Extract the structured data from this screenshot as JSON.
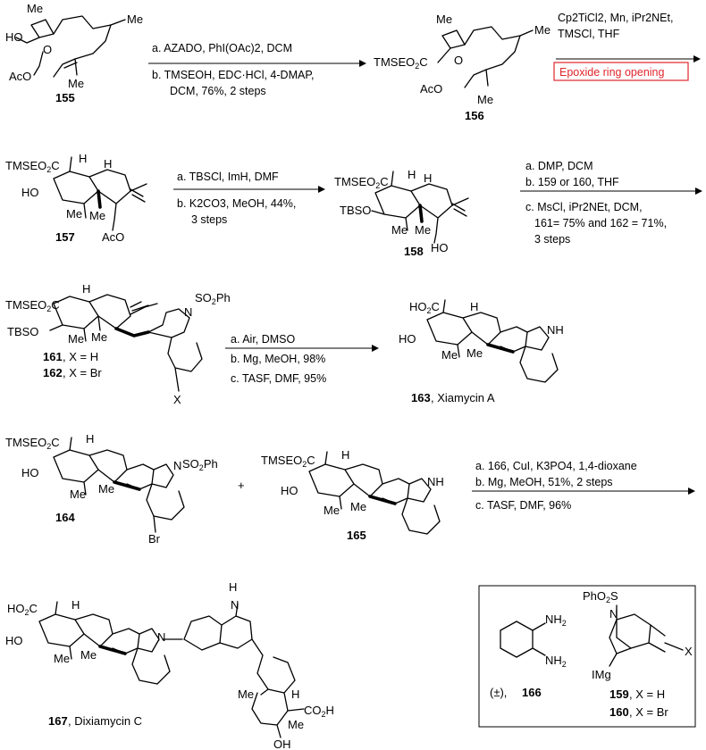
{
  "compounds": {
    "c155": "155",
    "c156": "156",
    "c157": "157",
    "c158": "158",
    "c161": "161",
    "c161_x": ", X = H",
    "c162": "162",
    "c162_x": ", X = Br",
    "c163": "163",
    "c163_name": ", Xiamycin A",
    "c164": "164",
    "c165": "165",
    "c166": "166",
    "c166_prefix": "(±), ",
    "c167": "167",
    "c167_name": ", Dixiamycin C",
    "c159": "159",
    "c159_x": ", X = H",
    "c160": "160",
    "c160_x": ", X = Br"
  },
  "conditions": {
    "step1": [
      "a. AZADO, PhI(OAc)2, DCM",
      "b. TMSEOH, EDC·HCl, 4-DMAP,",
      "DCM, 76%, 2 steps"
    ],
    "step2": [
      "Cp2TiCl2, Mn, iPr2NEt,",
      "TMSCl, THF"
    ],
    "step2_highlight": "Epoxide ring opening",
    "step3": [
      "a. TBSCl, ImH, DMF",
      "b. K2CO3, MeOH, 44%,",
      "3 steps"
    ],
    "step4": [
      "a. DMP, DCM",
      "b. 159 or 160, THF",
      "c. MsCl, iPr2NEt, DCM,",
      "161= 75% and 162 = 71%,",
      "3 steps"
    ],
    "step5": [
      "a. Air, DMSO",
      "b. Mg, MeOH, 98%",
      "c. TASF, DMF, 95%"
    ],
    "step6": [
      "a. 166, CuI, K3PO4, 1,4-dioxane",
      "b. Mg, MeOH, 51%, 2 steps",
      "c. TASF, DMF, 96%"
    ]
  },
  "labels": {
    "plus": "+",
    "me": "Me",
    "ho": "HO",
    "aco": "AcO",
    "tmseo2c": "TMSEO2C",
    "tbso": "TBSO",
    "h": "H",
    "nh": "NH",
    "n": "N",
    "so2ph": "SO2Ph",
    "pho2s": "PhO2S",
    "x": "X",
    "br": "Br",
    "ho2c": "HO2C",
    "co2h": "CO2H",
    "oh": "OH",
    "nh2": "NH2",
    "img": "IMg",
    "o": "O"
  }
}
